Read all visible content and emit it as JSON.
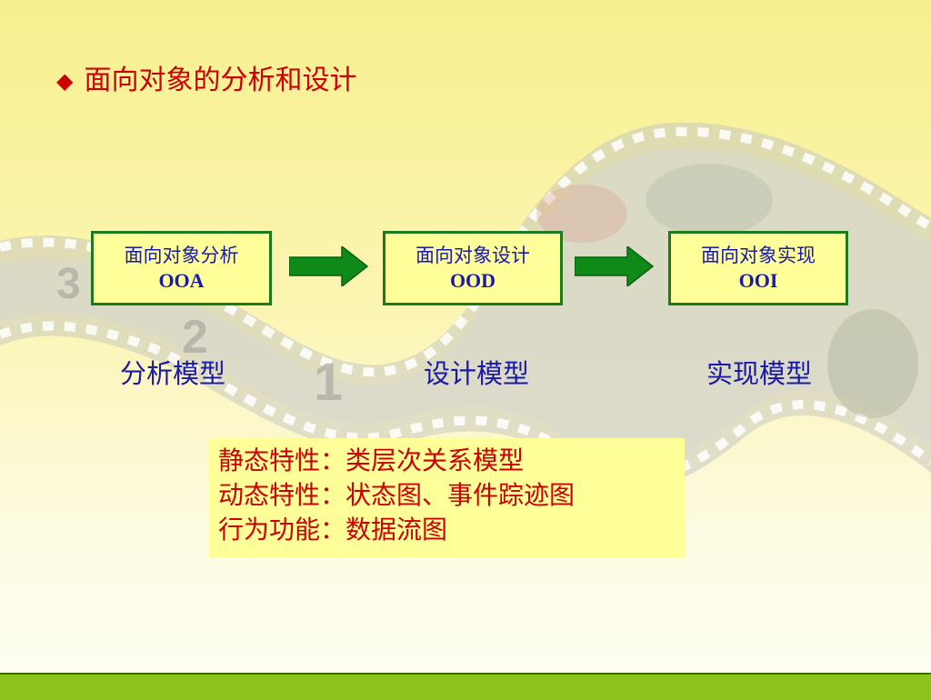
{
  "title": "面向对象的分析和设计",
  "title_bullet": "◆",
  "stages": [
    {
      "name": "面向对象分析",
      "abbr": "OOA",
      "model": "分析模型"
    },
    {
      "name": "面向对象设计",
      "abbr": "OOD",
      "model": "设计模型"
    },
    {
      "name": "面向对象实现",
      "abbr": "OOI",
      "model": "实现模型"
    }
  ],
  "properties": [
    "静态特性：类层次关系模型",
    "动态特性：状态图、事件踪迹图",
    "行为功能：数据流图"
  ],
  "film_numbers": [
    "3",
    "2",
    "1"
  ],
  "colors": {
    "title": "#cc0000",
    "box_fill": "#ffff99",
    "box_border": "#1d7a1d",
    "box_text": "#1a1aa6",
    "arrow": "#0f8a18",
    "footer": "#8cc41c"
  }
}
